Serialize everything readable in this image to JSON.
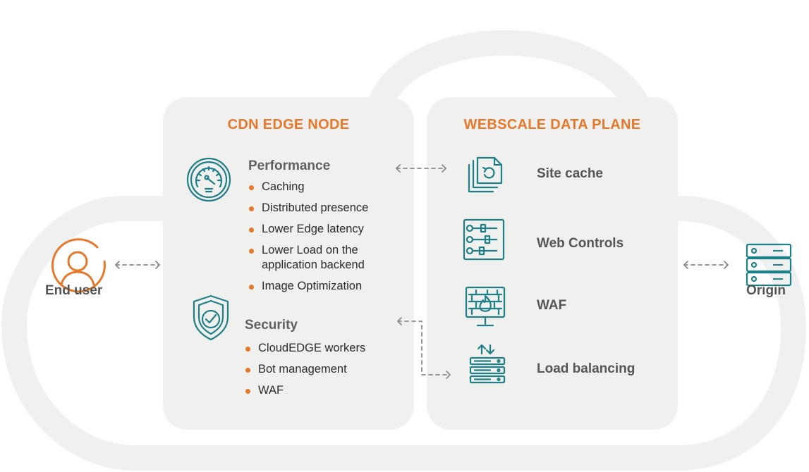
{
  "colors": {
    "accent": "#e5782a",
    "icon_teal": "#1f7f87",
    "panel_bg": "#f0f0ef",
    "cloud_outline": "#eef1f0",
    "label_gray": "#555555",
    "connector_gray": "#8a8a8a"
  },
  "end_user": {
    "label": "End user",
    "icon": "user-icon"
  },
  "origin": {
    "label": "Origin",
    "icon": "server-stack-icon"
  },
  "cdn_edge_node": {
    "title": "CDN EDGE NODE",
    "groups": [
      {
        "title": "Performance",
        "icon": "speedometer-icon",
        "items": [
          "Caching",
          "Distributed presence",
          "Lower Edge latency",
          "Lower Load on the application backend",
          "Image Optimization"
        ]
      },
      {
        "title": "Security",
        "icon": "shield-check-icon",
        "items": [
          "CloudEDGE workers",
          "Bot management",
          "WAF"
        ]
      }
    ]
  },
  "webscale_data_plane": {
    "title": "WEBSCALE DATA PLANE",
    "items": [
      {
        "label": "Site cache",
        "icon": "site-cache-icon"
      },
      {
        "label": "Web Controls",
        "icon": "sliders-icon"
      },
      {
        "label": "WAF",
        "icon": "firewall-monitor-icon"
      },
      {
        "label": "Load balancing",
        "icon": "load-balancer-icon"
      }
    ]
  }
}
